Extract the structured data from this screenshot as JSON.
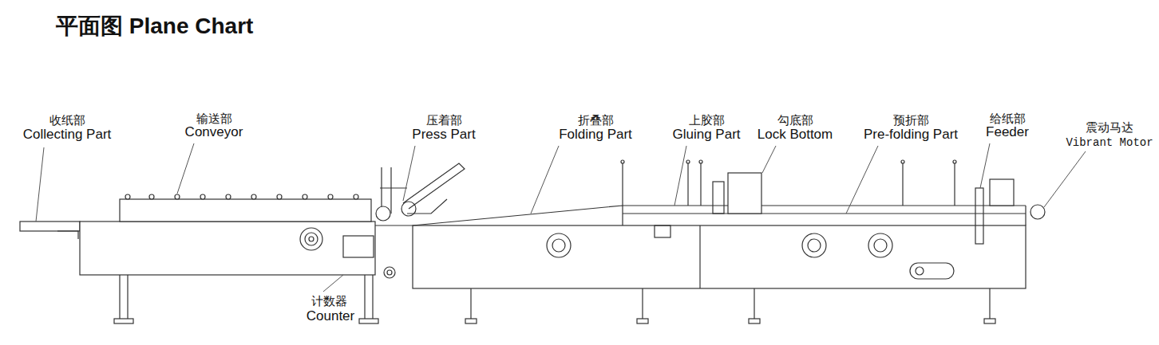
{
  "diagram": {
    "title": "平面图 Plane Chart",
    "labels": [
      "收纸部",
      "Collecting Part",
      "输送部",
      "Conveyor",
      "压着部",
      "Press Part",
      "折叠部",
      "Folding Part",
      "上胶部",
      "Gluing Part",
      "勾底部",
      "Lock Bottom",
      "预折部",
      "Pre-folding Part",
      "给纸部",
      "Feeder",
      "震动马达",
      "Vibrant Motor",
      "计数器",
      "Counter"
    ]
  }
}
